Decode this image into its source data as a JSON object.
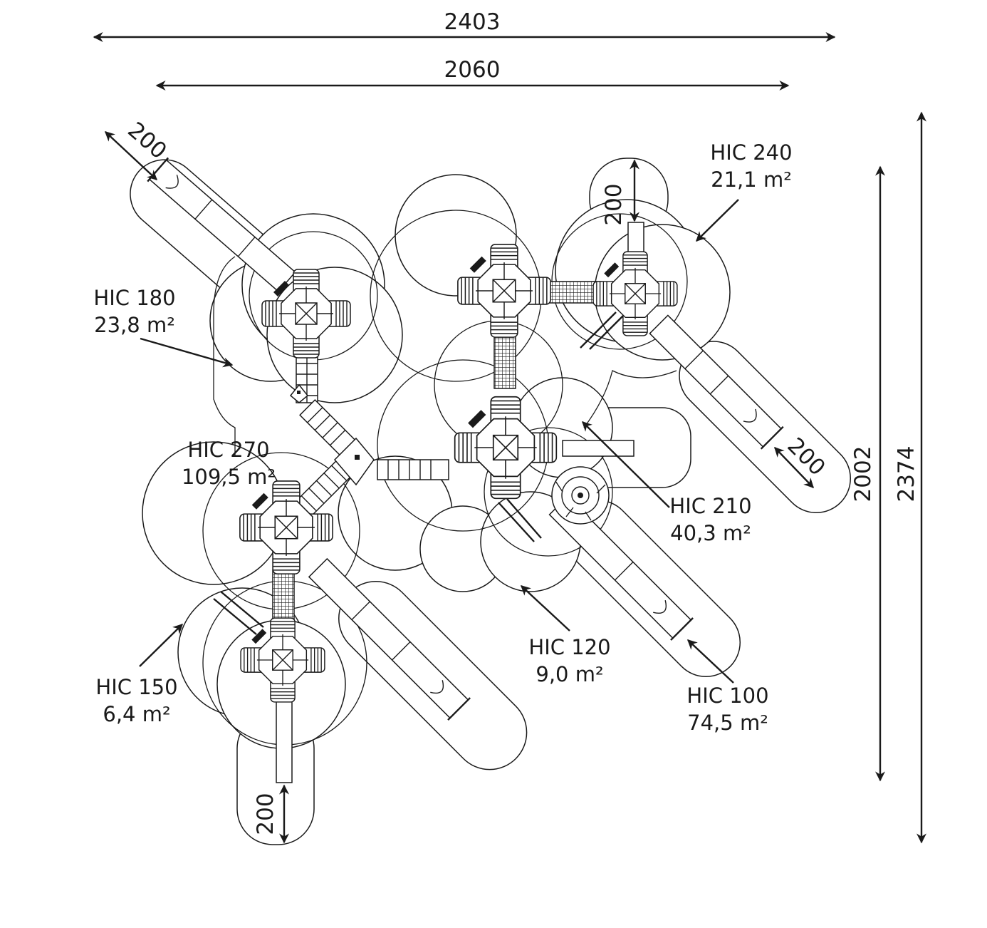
{
  "dimensions": {
    "overall_width": "2403",
    "inner_width": "2060",
    "inner_height": "2002",
    "overall_height": "2374",
    "clearance_top_left": "200",
    "clearance_top_right": "200",
    "clearance_right": "200",
    "clearance_bottom": "200"
  },
  "zones": [
    {
      "id": "hic240",
      "name": "HIC 240",
      "area": "21,1 m²"
    },
    {
      "id": "hic180",
      "name": "HIC 180",
      "area": "23,8 m²"
    },
    {
      "id": "hic270",
      "name": "HIC 270",
      "area": "109,5 m²"
    },
    {
      "id": "hic210",
      "name": "HIC 210",
      "area": "40,3 m²"
    },
    {
      "id": "hic120",
      "name": "HIC 120",
      "area": "9,0 m²"
    },
    {
      "id": "hic100",
      "name": "HIC 100",
      "area": "74,5 m²"
    },
    {
      "id": "hic150",
      "name": "HIC 150",
      "area": "6,4 m²"
    }
  ],
  "colors": {
    "line": "#1a1a1a",
    "background": "#ffffff"
  }
}
